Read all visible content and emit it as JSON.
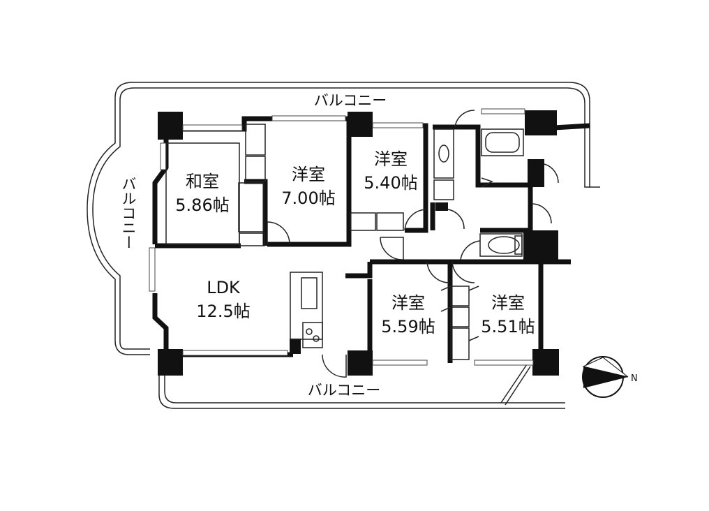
{
  "balconies": {
    "north": "バルコニー",
    "west": "バルコニー",
    "south": "バルコニー"
  },
  "rooms": {
    "washitsu": {
      "name": "和室",
      "size": "5.86帖"
    },
    "yoshitsu_a": {
      "name": "洋室",
      "size": "7.00帖"
    },
    "yoshitsu_b": {
      "name": "洋室",
      "size": "5.40帖"
    },
    "ldk": {
      "name": "LDK",
      "size": "12.5帖"
    },
    "yoshitsu_c": {
      "name": "洋室",
      "size": "5.59帖"
    },
    "yoshitsu_d": {
      "name": "洋室",
      "size": "5.51帖"
    }
  },
  "compass": {
    "label": "N",
    "icon": "compass-icon"
  },
  "colors": {
    "wall": "#111111",
    "line": "#222222",
    "background": "#ffffff"
  }
}
